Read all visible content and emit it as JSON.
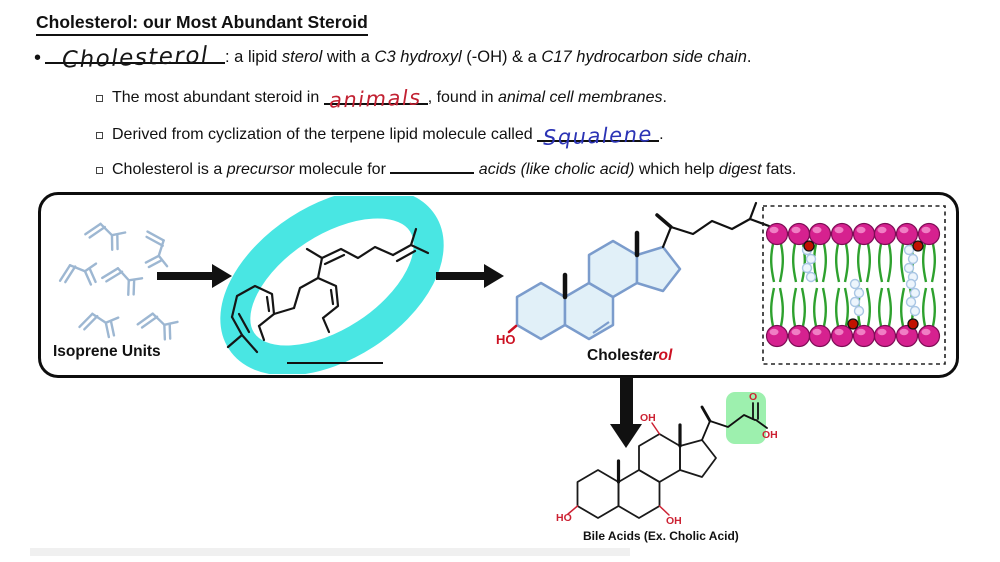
{
  "title": "Cholesterol: our Most Abundant Steroid",
  "definition": {
    "bullet": "•",
    "term": "Cholesterol",
    "seg1": ": a lipid ",
    "seg2": "sterol",
    "seg3": " with a ",
    "seg4": "C3 hydroxyl",
    "seg5": " (-OH) & a ",
    "seg6": "C17 hydrocarbon side chain",
    "seg7": "."
  },
  "bullets": {
    "b1": {
      "pre": "The most abundant steroid in ",
      "answer": "animals",
      "mid": ", found in ",
      "italic": "animal cell membranes",
      "end": "."
    },
    "b2": {
      "pre": "Derived from cyclization of the terpene lipid molecule called ",
      "answer": "Squalene",
      "end": "."
    },
    "b3": {
      "pre": "Cholesterol is a ",
      "it1": "precursor",
      "mid": " molecule for ",
      "it2": " acids (like cholic acid)",
      "mid2": " which help ",
      "it3": "digest",
      "end": " fats."
    }
  },
  "diagram": {
    "isoprene_label": "Isoprene Units",
    "cholesterol_label": {
      "p1": "Choles",
      "p2": "ter",
      "p3": "ol"
    },
    "atoms": {
      "ho": "HO",
      "oh": "OH",
      "o": "O"
    },
    "bile_label": "Bile Acids (Ex. Cholic Acid)"
  },
  "colors": {
    "handwriting_red": "#c22132",
    "handwriting_blue": "#2b33b5",
    "highlight_cyan": "#49e6e3",
    "highlight_green": "#9df0ae",
    "steroid_ring_stroke": "#7b9ccc",
    "steroid_ring_fill": "#e1f0f8",
    "membrane_head": "#d6218f",
    "membrane_tail": "#2ea12e",
    "isoprene_blue": "#9db7d2",
    "red_label": "#cc1122"
  }
}
